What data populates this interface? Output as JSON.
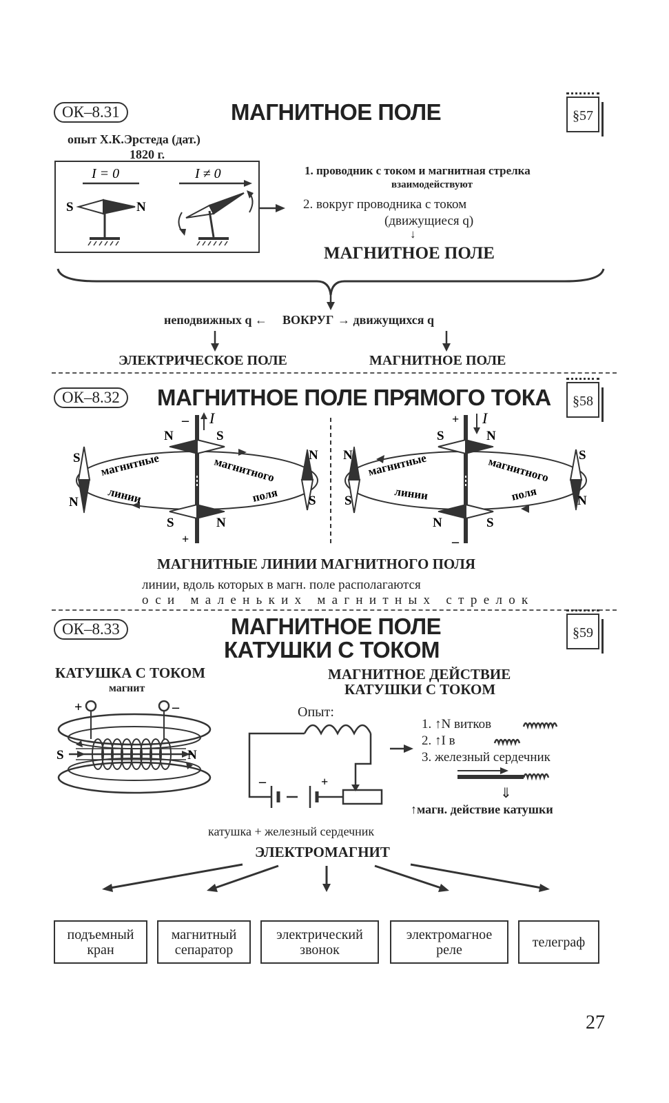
{
  "sections": [
    {
      "code": "ОК–8.31",
      "title": "МАГНИТНОЕ ПОЛЕ",
      "paragraph": "§57"
    },
    {
      "code": "ОК–8.32",
      "title": "МАГНИТНОЕ ПОЛЕ ПРЯМОГО ТОКА",
      "paragraph": "§58"
    },
    {
      "code": "ОК–8.33",
      "title_line1": "МАГНИТНОЕ ПОЛЕ",
      "title_line2": "КАТУШКИ С ТОКОМ",
      "paragraph": "§59"
    }
  ],
  "oersted": {
    "caption1": "опыт Х.К.Эрстеда (дат.)",
    "caption2": "1820 г.",
    "label_i0": "I = 0",
    "label_ine0": "I ≠ 0",
    "pole_s": "S",
    "pole_n": "N",
    "result1_line1": "1. проводник с током и магнитная стрелка",
    "result1_line2": "взаимодействуют",
    "result2_line1": "2. вокруг проводника с током",
    "result2_line2": "(движущиеся q)",
    "down_arrow": "↓",
    "conclusion": "МАГНИТНОЕ ПОЛЕ",
    "around_left": "неподвижных q ←",
    "around_mid": "ВОКРУГ",
    "around_right": "→ движущихся q",
    "field_left": "ЭЛЕКТРИЧЕСКОЕ ПОЛЕ",
    "field_right": "МАГНИТНОЕ ПОЛЕ"
  },
  "straight": {
    "current": "I",
    "plus": "+",
    "minus": "–",
    "word1": "магнитные",
    "word2": "линии",
    "word3": "магнитного",
    "word4": "поля",
    "def_title": "МАГНИТНЫЕ ЛИНИИ МАГНИТНОГО ПОЛЯ",
    "def_line1": "линии, вдоль которых в магн. поле располагаются",
    "def_line2": "оси маленьких магнитных стрелок"
  },
  "coil": {
    "left_title": "КАТУШКА С ТОКОМ",
    "left_sub": "магнит",
    "right_title1": "МАГНИТНОЕ ДЕЙСТВИЕ",
    "right_title2": "КАТУШКИ С ТОКОМ",
    "experiment": "Опыт:",
    "f1": "1. ↑N витков",
    "f2": "2. ↑I в",
    "f3": "3. железный сердечник",
    "implies": "⇓",
    "result": "↑магн. действие катушки",
    "combo": "катушка + железный сердечник",
    "electromagnet": "ЭЛЕКТРОМАГНИТ"
  },
  "applications": [
    {
      "line1": "подъемный",
      "line2": "кран"
    },
    {
      "line1": "магнитный",
      "line2": "сепаратор"
    },
    {
      "line1": "электрический",
      "line2": "звонок"
    },
    {
      "line1": "электромагное",
      "line2": "реле"
    },
    {
      "line1": "телеграф",
      "line2": ""
    }
  ],
  "page_number": "27"
}
